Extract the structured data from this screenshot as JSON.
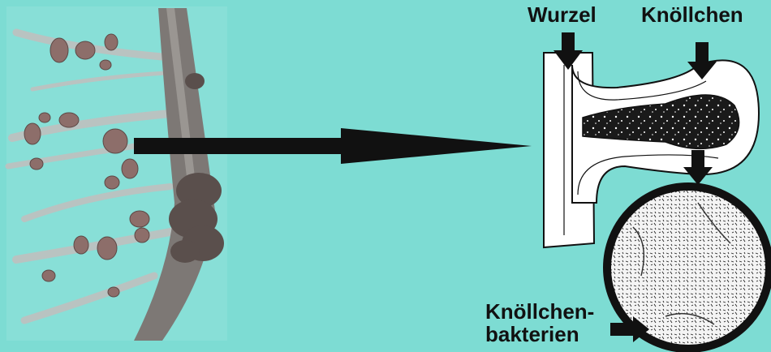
{
  "labels": {
    "root": "Wurzel",
    "nodule": "Knöllchen",
    "bacteria_line1": "Knöllchen-",
    "bacteria_line2": "bakterien"
  },
  "colors": {
    "background": "#7ddcd3",
    "ink": "#111111",
    "paper": "#ffffff",
    "photo_root": "#8a8683",
    "photo_nodule": "#7d6a66"
  }
}
